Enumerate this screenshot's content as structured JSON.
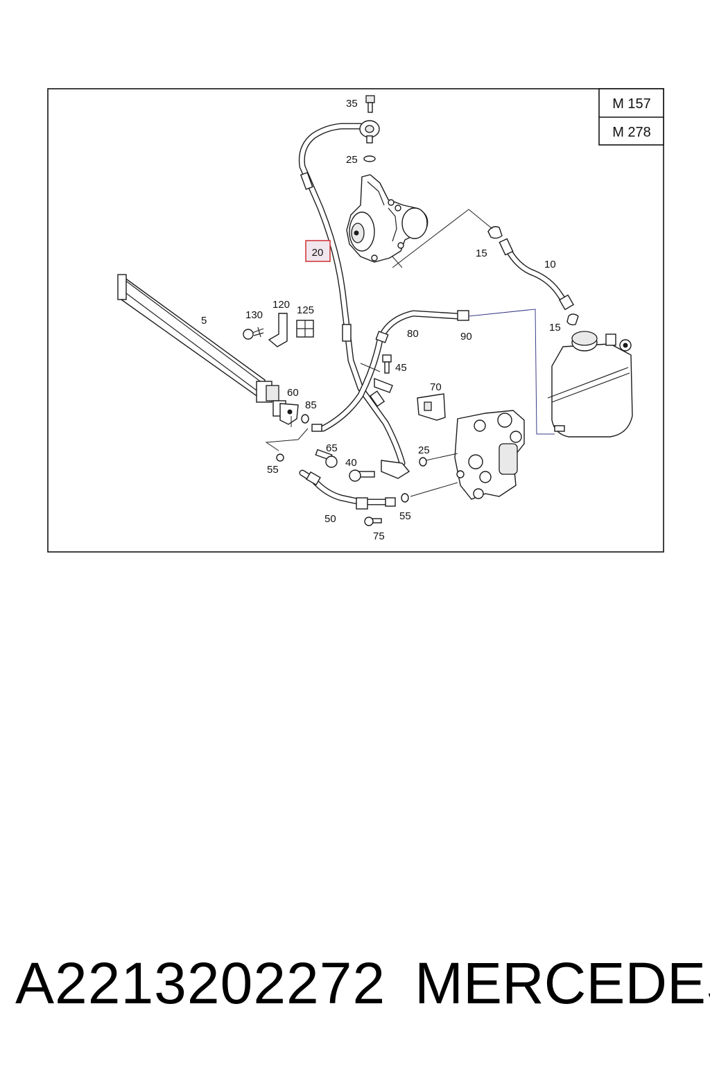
{
  "engine_codes": [
    "M 157",
    "M 278"
  ],
  "highlighted_callout": "20",
  "callouts": {
    "c35": "35",
    "c25a": "25",
    "c20": "20",
    "c15a": "15",
    "c10": "10",
    "c15b": "15",
    "c5": "5",
    "c130": "130",
    "c120": "120",
    "c125": "125",
    "c80": "80",
    "c90": "90",
    "c45": "45",
    "c70": "70",
    "c60": "60",
    "c85": "85",
    "c65": "65",
    "c40": "40",
    "c25b": "25",
    "c55a": "55",
    "c50": "50",
    "c55b": "55",
    "c75": "75"
  },
  "footer": {
    "part_number": "A2213202272",
    "brand": "MERCEDES"
  },
  "colors": {
    "highlight_border": "#d23a3a",
    "highlight_fill": "#f2e6ee",
    "line": "#1d1d1d"
  }
}
